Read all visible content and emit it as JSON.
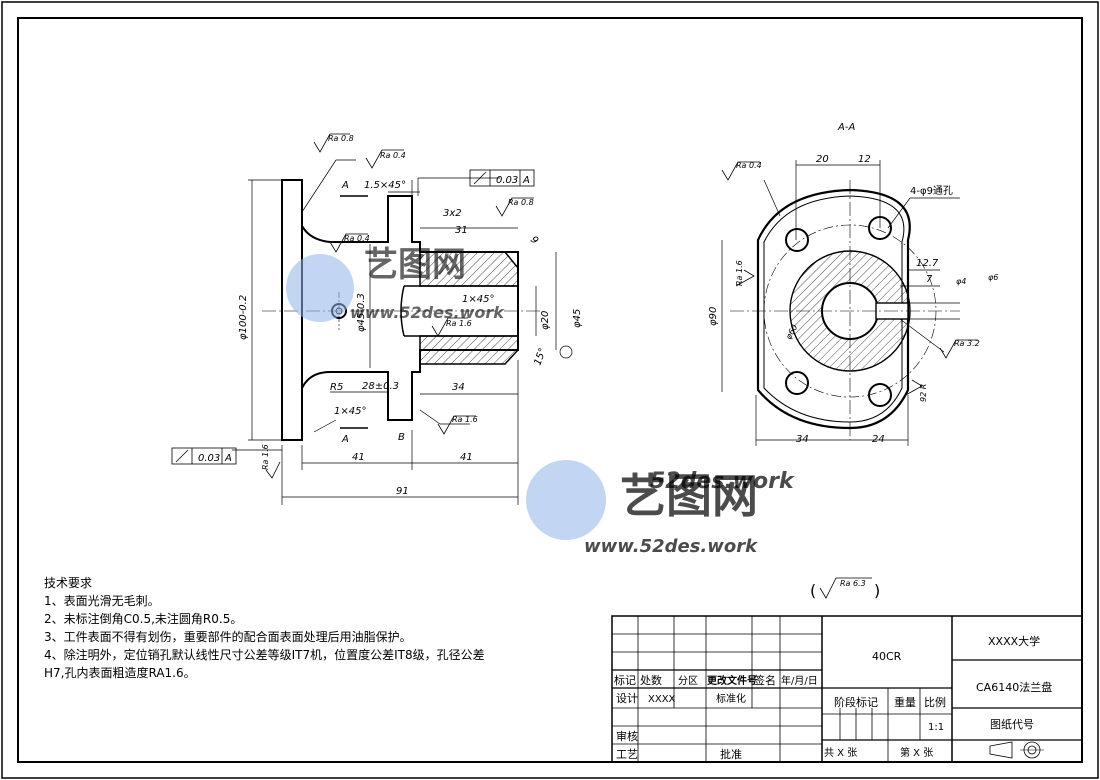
{
  "drawing": {
    "section_label": "A-A",
    "hole_note": "4-φ9通孔",
    "surface_finish_general": "Ra 6.3",
    "geometric_tolerance": "0.03",
    "datum": "A",
    "datum_b": "B",
    "roughness": {
      "r08": "Ra 0.8",
      "r04": "Ra 0.4",
      "r16": "Ra 1.6",
      "r32": "Ra 3.2"
    },
    "dimensions": {
      "chamfer_top": "1.5×45°",
      "groove": "3x2",
      "d31": "31",
      "angle_chamfer": "1×45°",
      "angle_chamfer_left": "1×45°",
      "r5": "R5",
      "d28": "28±0.3",
      "d34_left": "34",
      "d41a": "41",
      "d41b": "41",
      "d91": "91",
      "d20": "20",
      "d12": "12",
      "d12_7": "12.7",
      "d7": "7",
      "d90": "φ90",
      "d34_right": "34",
      "d24": "24",
      "d60": "φ60",
      "dia_left_outer": "φ100-0.2",
      "dia_hub": "φ45-0.3",
      "dia_bore": "φ20",
      "dia_flange": "φ45",
      "d4": "φ4",
      "d6": "φ6",
      "d9": "9",
      "d15": "15°",
      "r92": "92 R"
    },
    "watermark": {
      "name": "艺图网",
      "url": "www.52des.work",
      "url_short": "52des.work"
    }
  },
  "notes": {
    "heading": "技术要求",
    "items": [
      "1、表面光滑无毛刺。",
      "2、未标注倒角C0.5,未注圆角R0.5。",
      "3、工件表面不得有划伤，重要部件的配合面表面处理后用油脂保护。",
      "4、除注明外，定位销孔默认线性尺寸公差等级IT7机，位置度公差IT8级，孔径公差",
      "H7,孔内表面粗造度RA1.6。"
    ]
  },
  "title_block": {
    "material": "40CR",
    "school": "XXXX大学",
    "part_name": "CA6140法兰盘",
    "drawing_no_label": "图纸代号",
    "row_labels": [
      "标记",
      "处数",
      "分区",
      "更改文件号",
      "签名",
      "年/月/日"
    ],
    "design_label": "设计",
    "design_name": "XXXX",
    "standardize_label": "标准化",
    "review_label": "审核",
    "process_label": "工艺",
    "approve_label": "批准",
    "stage_label": "阶段标记",
    "weight_label": "重量",
    "scale_label": "比例",
    "scale_value": "1:1",
    "sheets_total": "共 X 张",
    "sheet_no": "第 X 张"
  }
}
